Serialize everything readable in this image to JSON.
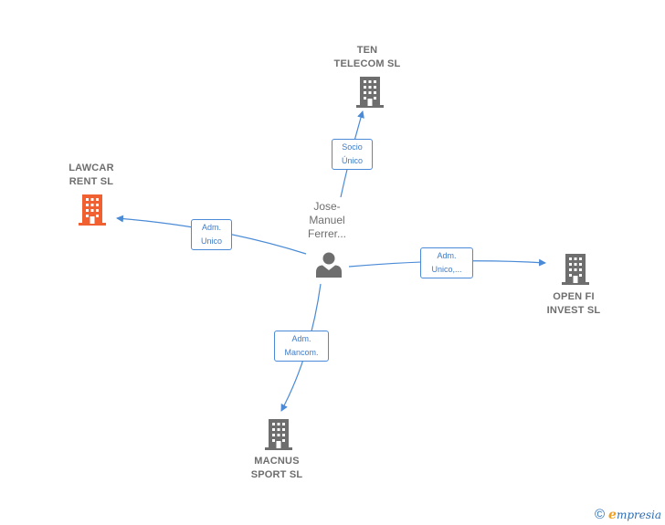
{
  "diagram": {
    "center": {
      "name": "Jose-\nManuel\nFerrer..."
    },
    "companies": [
      {
        "id": "ten",
        "name": "TEN\nTELECOM  SL",
        "relation": "Socio\nÚnico"
      },
      {
        "id": "lawcar",
        "name": "LAWCAR\nRENT  SL",
        "relation": "Adm.\nUnico",
        "highlight": true
      },
      {
        "id": "openfi",
        "name": "OPEN FI\nINVEST  SL",
        "relation": "Adm.\nUnico,..."
      },
      {
        "id": "macnus",
        "name": "MACNUS\nSPORT  SL",
        "relation": "Adm.\nMancom."
      }
    ]
  },
  "colors": {
    "edge": "#4a8ad6",
    "building_default": "#6e6e6e",
    "building_highlight": "#f06030",
    "person": "#6e6e6e"
  },
  "footer": {
    "copyright": "©",
    "brand_initial": "e",
    "brand_rest": "mpresia"
  }
}
